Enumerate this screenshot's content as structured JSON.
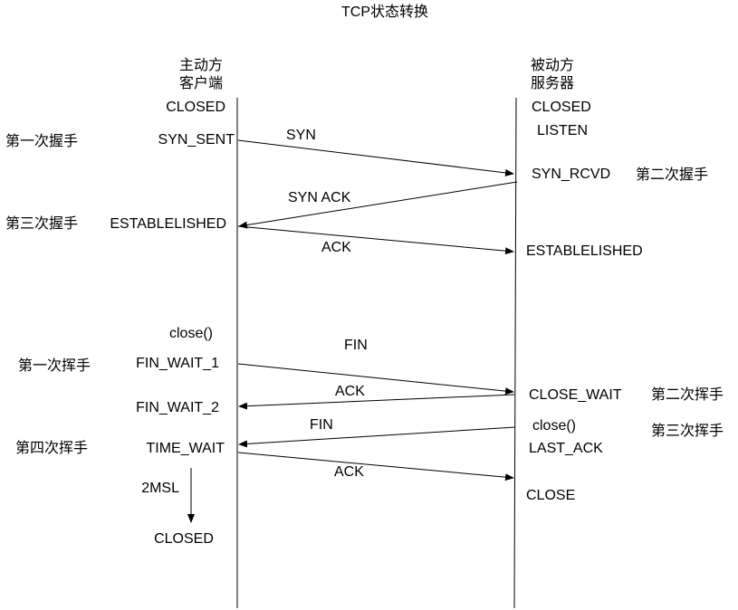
{
  "title": "TCP状态转换",
  "client": {
    "role": "主动方",
    "name": "客户端"
  },
  "server": {
    "role": "被动方",
    "name": "服务器"
  },
  "client_states": {
    "closed": "CLOSED",
    "syn_sent": "SYN_SENT",
    "established": "ESTABLELISHED",
    "close_call": "close()",
    "fin_wait_1": "FIN_WAIT_1",
    "fin_wait_2": "FIN_WAIT_2",
    "time_wait": "TIME_WAIT",
    "msl": "2MSL",
    "closed_end": "CLOSED"
  },
  "server_states": {
    "closed": "CLOSED",
    "listen": "LISTEN",
    "syn_rcvd": "SYN_RCVD",
    "established": "ESTABLELISHED",
    "close_wait": "CLOSE_WAIT",
    "close_call": "close()",
    "last_ack": "LAST_ACK",
    "close": "CLOSE"
  },
  "messages": {
    "syn": "SYN",
    "syn_ack": "SYN ACK",
    "ack1": "ACK",
    "fin1": "FIN",
    "ack2": "ACK",
    "fin2": "FIN",
    "ack3": "ACK"
  },
  "annotations": {
    "hs1": "第一次握手",
    "hs2": "第二次握手",
    "hs3": "第三次握手",
    "wv1": "第一次挥手",
    "wv2": "第二次挥手",
    "wv3": "第三次挥手",
    "wv4": "第四次挥手"
  }
}
